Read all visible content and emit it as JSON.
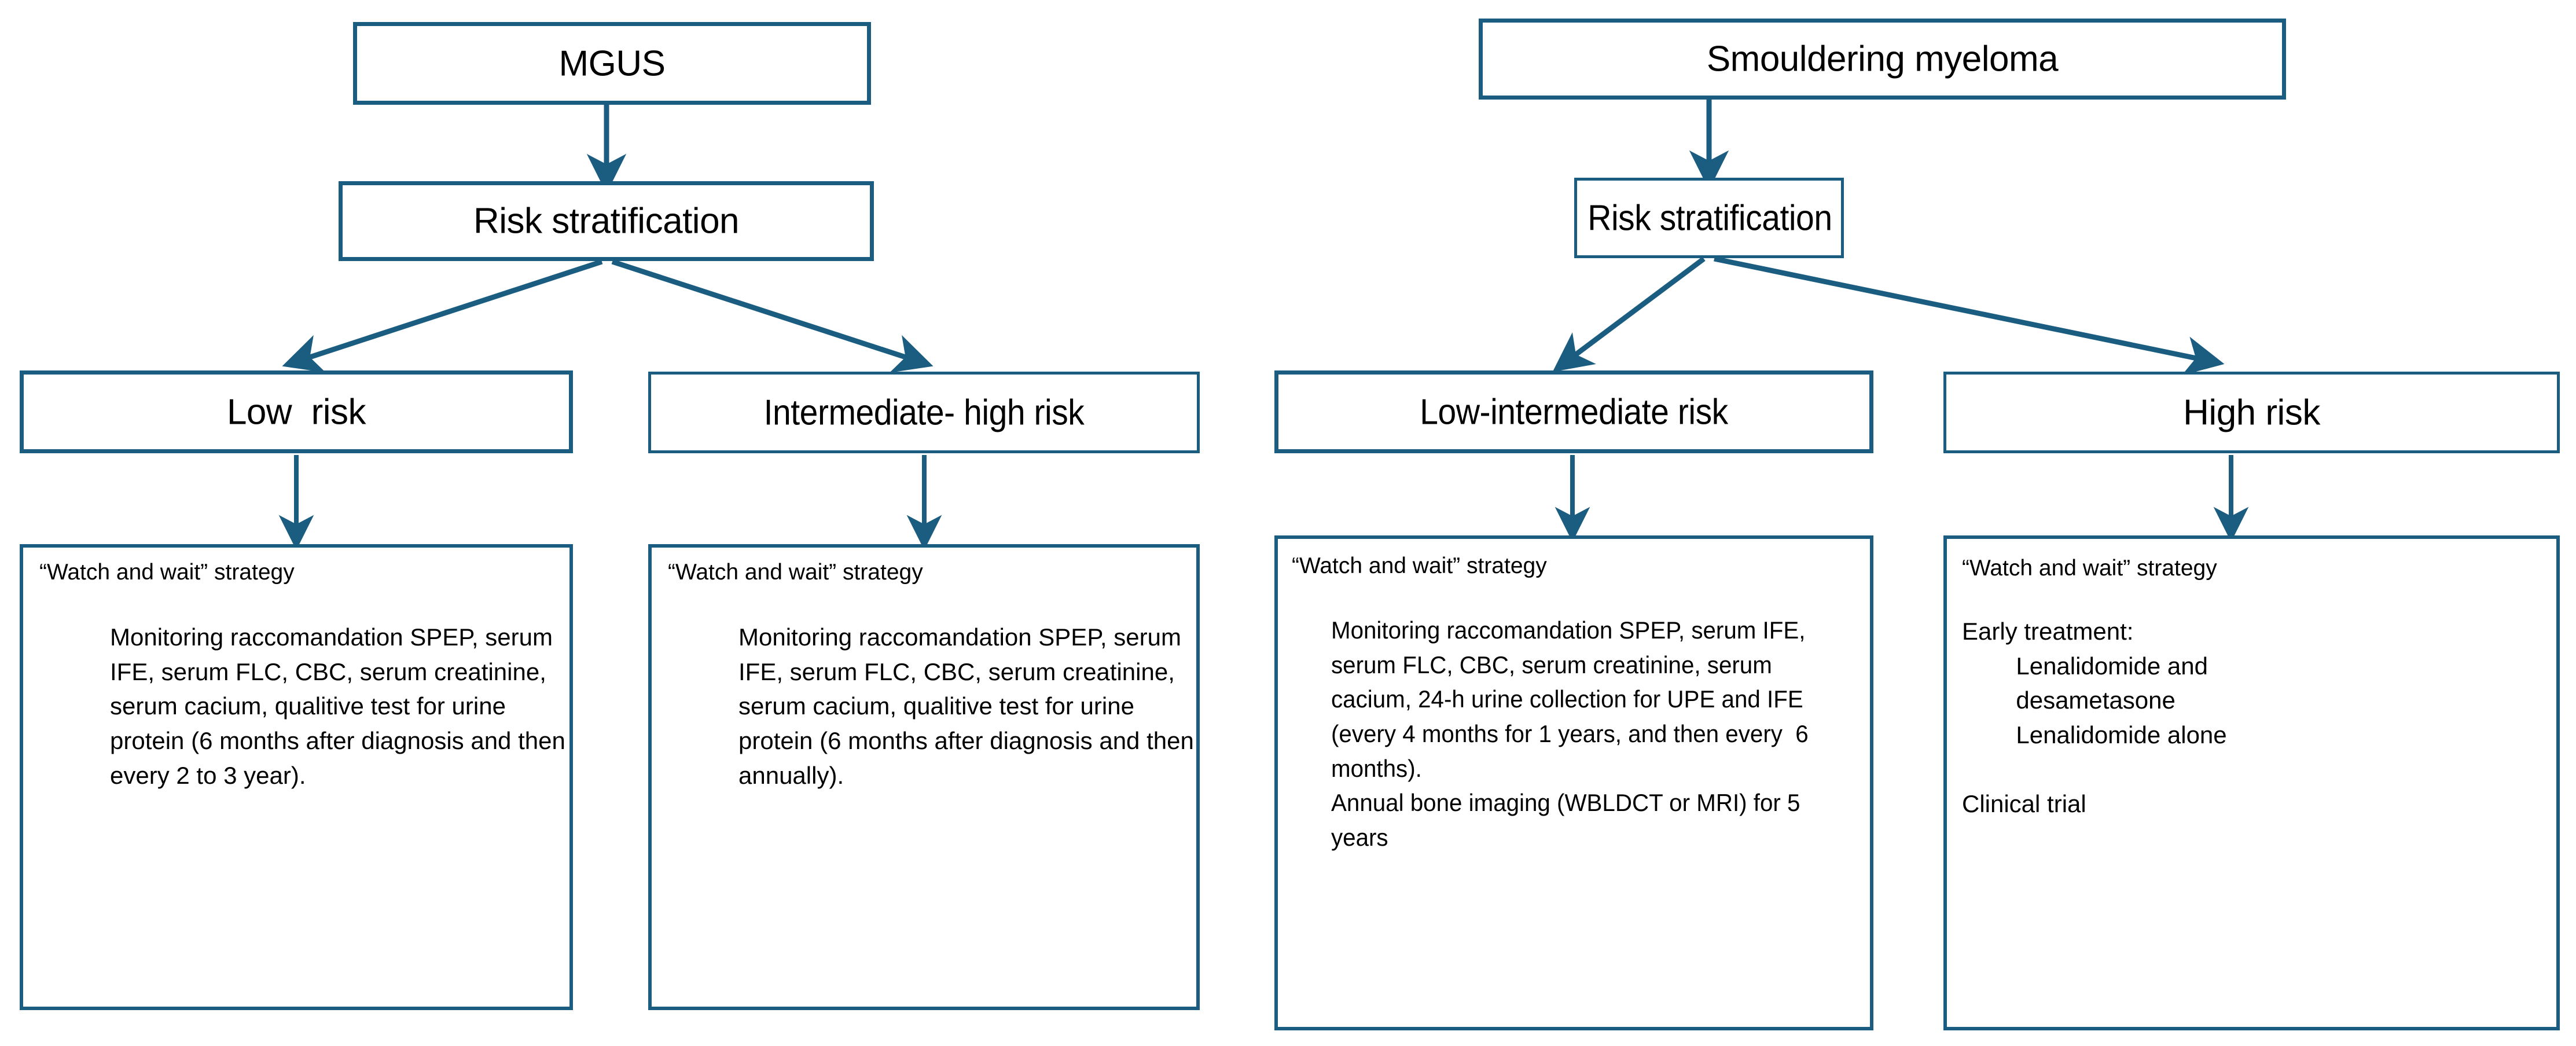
{
  "theme": {
    "accent": "#1b5d80",
    "text": "#000000",
    "background": "#ffffff"
  },
  "diagram": {
    "title_left": "MGUS",
    "title_right": "Smouldering myeloma",
    "branches": {
      "mgus": {
        "root": "MGUS",
        "stratification": "Risk stratification",
        "arms": [
          {
            "label": "Low  risk",
            "detail_head": "“Watch and wait” strategy",
            "detail_body": "Monitoring raccomandation SPEP, serum IFE, serum FLC, CBC, serum creatinine, serum cacium, qualitive test for urine protein (6 months after diagnosis and then every 2 to 3 year)."
          },
          {
            "label": "Intermediate- high risk",
            "detail_head": "“Watch and wait” strategy",
            "detail_body": "Monitoring raccomandation SPEP, serum IFE, serum FLC, CBC, serum creatinine, serum cacium, qualitive test for urine protein (6 months after diagnosis and then annually)."
          }
        ]
      },
      "smouldering": {
        "root": "Smouldering myeloma",
        "stratification": "Risk stratification",
        "arms": [
          {
            "label": "Low-intermediate risk",
            "detail_head": "“Watch and wait” strategy",
            "detail_body": "Monitoring raccomandation SPEP, serum IFE, serum FLC, CBC, serum creatinine, serum cacium, 24-h urine collection for UPE and IFE (every 4 months for 1 years, and then every  6 months).\nAnnual bone imaging (WBLDCT or MRI) for 5 years"
          },
          {
            "label": "High risk",
            "detail_head": "“Watch and wait” strategy",
            "detail_body": "Early treatment:\n        Lenalidomide and\n        desametasone\n        Lenalidomide alone\n\nClinical trial"
          }
        ]
      }
    }
  }
}
